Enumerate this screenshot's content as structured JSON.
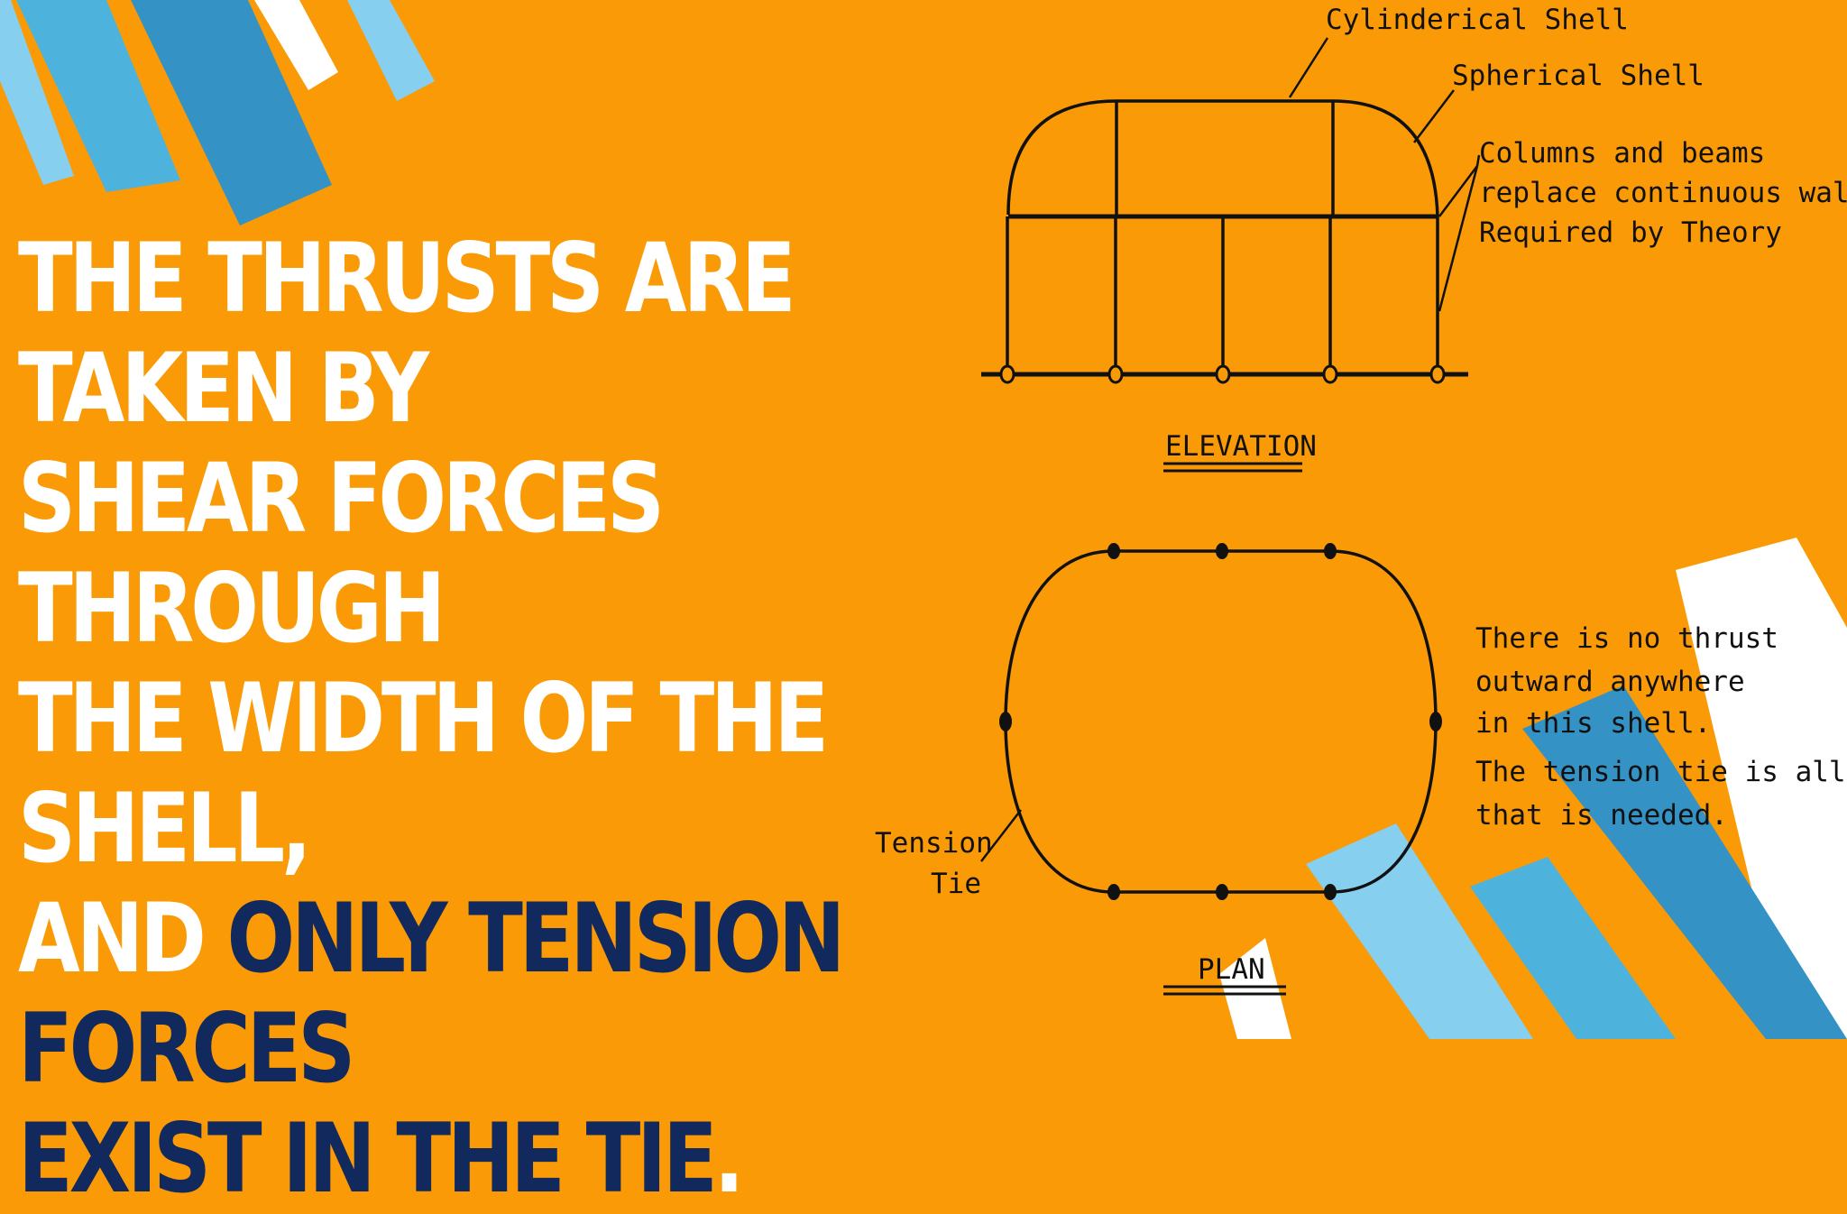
{
  "headline": {
    "line1": "THE THRUSTS ARE TAKEN BY",
    "line2": "SHEAR FORCES THROUGH",
    "line3": "THE WIDTH OF THE SHELL,",
    "line4_plain": "AND ",
    "line4_highlight": "ONLY TENSION FORCES",
    "line5_highlight": "EXIST IN THE TIE",
    "line5_end": "."
  },
  "diagram": {
    "label_cylindrical": "Cylinderical Shell",
    "label_spherical": "Spherical Shell",
    "note_columns": [
      "Columns and beams",
      "replace continuous wall",
      "Required by Theory"
    ],
    "caption_elevation": "ELEVATION",
    "label_tension_tie": [
      "Tension",
      "Tie"
    ],
    "note_no_thrust": [
      "There is no thrust",
      "outward anywhere",
      "in this shell.",
      "The tension tie is all",
      "that is needed."
    ],
    "caption_plan": "PLAN"
  },
  "colors": {
    "background": "#fa9a06",
    "text": "#ffffff",
    "highlight": "#12295e",
    "stripe_light": "#86cfee",
    "stripe_mid": "#4db3dd",
    "stripe_dark": "#3592c5",
    "stripe_white": "#ffffff",
    "ink": "#111111"
  }
}
